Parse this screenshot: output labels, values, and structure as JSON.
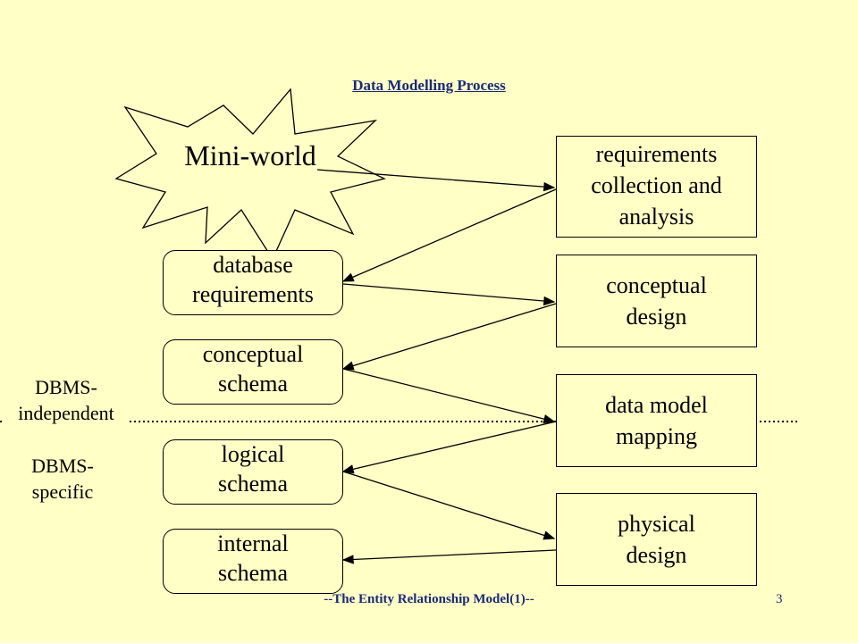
{
  "title": "Data Modelling Process",
  "mini_world": "Mini-world",
  "right_steps": [
    "requirements\ncollection and\nanalysis",
    "conceptual\ndesign",
    "data model\nmapping",
    "physical\ndesign"
  ],
  "left_artifacts": [
    "database\nrequirements",
    "conceptual\nschema",
    "logical\nschema",
    "internal\nschema"
  ],
  "dbms_independent": "DBMS-\nindependent",
  "dbms_specific": "DBMS-\nspecific",
  "footer": "--The Entity Relationship Model(1)--",
  "page_number": "3"
}
